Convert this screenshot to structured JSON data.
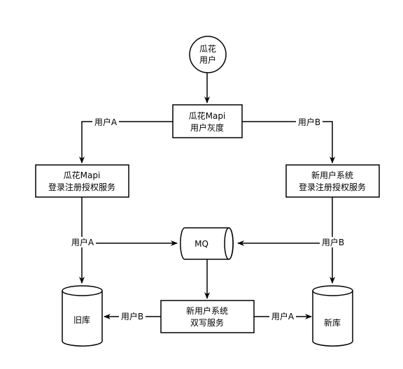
{
  "nodes": {
    "user": {
      "lines": [
        "瓜花",
        "用户"
      ]
    },
    "gray": {
      "lines": [
        "瓜花Mapi",
        "用户灰度"
      ]
    },
    "guahua_mapi": {
      "lines": [
        "瓜花Mapi",
        "登录注册授权服务"
      ]
    },
    "new_system": {
      "lines": [
        "新用户系统",
        "登录注册授权服务"
      ]
    },
    "mq": {
      "lines": [
        "MQ"
      ]
    },
    "dual_write": {
      "lines": [
        "新用户系统",
        "双写服务"
      ]
    },
    "old_db": {
      "lines": [
        "旧库"
      ]
    },
    "new_db": {
      "lines": [
        "新库"
      ]
    }
  },
  "edges": {
    "gray_to_left": "用户A",
    "gray_to_right": "用户B",
    "left_to_mq": "用户A",
    "right_to_mq": "用户B",
    "dual_to_old": "用户B",
    "dual_to_new": "用户A"
  },
  "colors": {
    "stroke": "#000000",
    "fill": "#ffffff"
  }
}
